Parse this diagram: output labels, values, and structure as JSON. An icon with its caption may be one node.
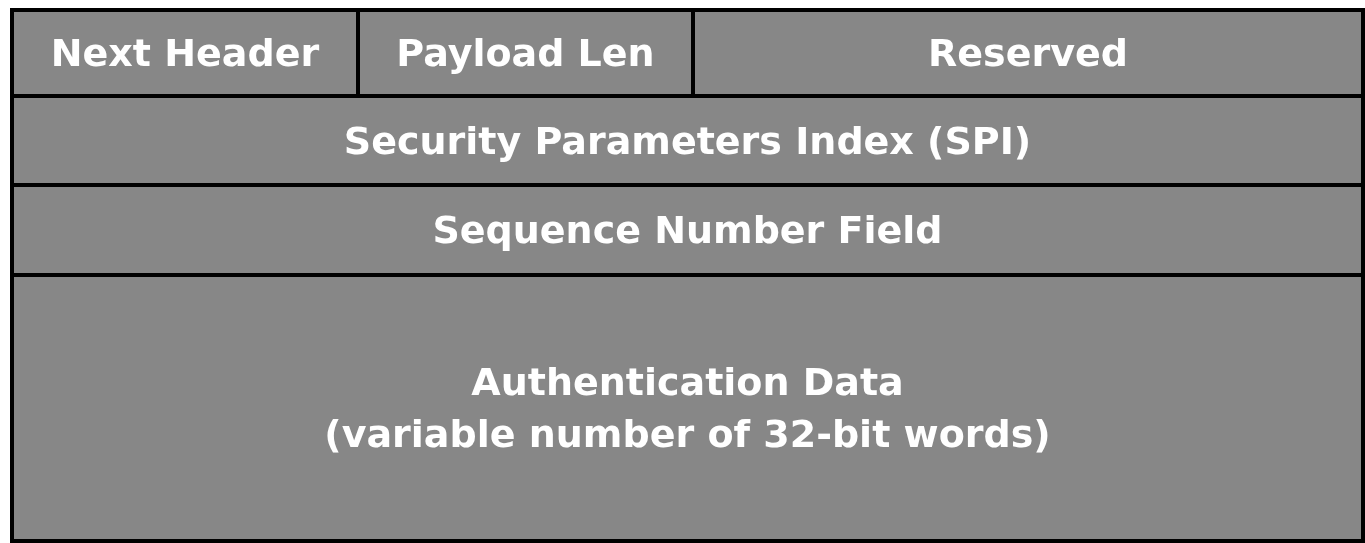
{
  "diagram": {
    "nodes": [
      {
        "text": [
          "Next Header"
        ]
      },
      {
        "text": [
          "Payload Len"
        ]
      },
      {
        "text": [
          "Reserved"
        ]
      },
      {
        "text": [
          "Security Parameters Index (SPI)"
        ]
      },
      {
        "text": [
          "Sequence Number Field"
        ]
      },
      {
        "text": [
          "Authentication Data",
          "(variable number of 32-bit words)"
        ]
      }
    ]
  }
}
